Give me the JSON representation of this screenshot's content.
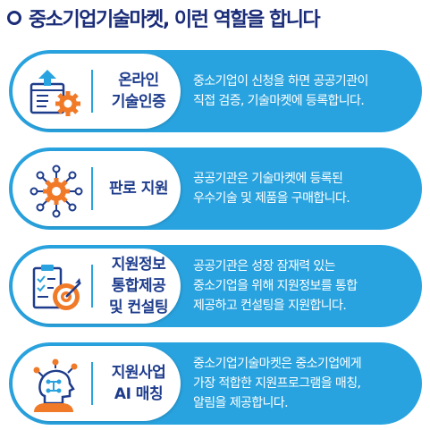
{
  "title": "중소기업기술마켓, 이런 역할을 합니다",
  "colors": {
    "accent": "#29a3df",
    "navy": "#1e3c8c",
    "orange": "#f07a28",
    "background": "#ffffff"
  },
  "rows": [
    {
      "icon": "certificate-gear-icon",
      "label_lines": [
        "온라인",
        "기술인증"
      ],
      "desc_lines": [
        "중소기업이 신청을 하면 공공기관이",
        "직접 검증, 기술마켓에 등록합니다."
      ]
    },
    {
      "icon": "gear-network-icon",
      "label_lines": [
        "판로 지원"
      ],
      "desc_lines": [
        "공공기관은 기술마켓에 등록된",
        "우수기술 및 제품을 구매합니다."
      ]
    },
    {
      "icon": "clipboard-target-icon",
      "label_lines": [
        "지원정보",
        "통합제공",
        "및 컨설팅"
      ],
      "desc_lines": [
        "공공기관은 성장 잠재력 있는",
        "중소기업을 위해 지원정보를 통합",
        "제공하고 컨설팅을 지원합니다."
      ]
    },
    {
      "icon": "ai-head-icon",
      "label_lines": [
        "지원사업",
        "AI 매칭"
      ],
      "desc_lines": [
        "중소기업기술마켓은 중소기업에게",
        "가장 적합한 지원프로그램을 매칭,",
        "알림을 제공합니다."
      ]
    }
  ]
}
